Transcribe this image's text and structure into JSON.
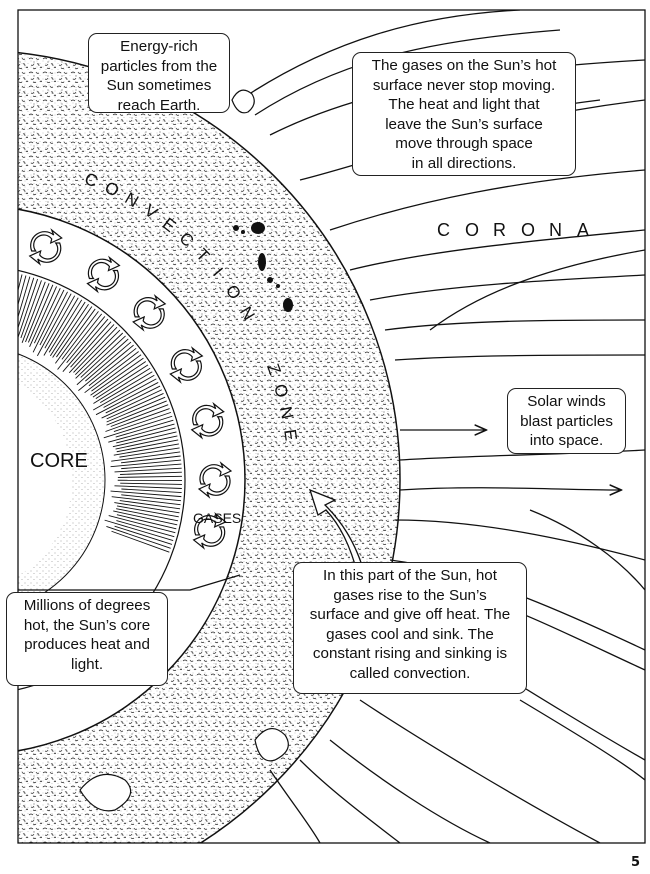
{
  "diagram": {
    "title": "Layers of the Sun",
    "regions": {
      "core": "CORE",
      "gases": "GASES",
      "convection_zone": "CONVECTION ZONE",
      "corona": "CORONA"
    },
    "convection_zone_letters": [
      "C",
      "O",
      "N",
      "V",
      "E",
      "C",
      "T",
      "I",
      "O",
      "N",
      "Z",
      "O",
      "N",
      "E"
    ],
    "corona_letters": [
      "C",
      "O",
      "R",
      "O",
      "N",
      "A"
    ]
  },
  "callouts": {
    "energy_particles": [
      "Energy-rich",
      "particles from the",
      "Sun sometimes",
      "reach Earth."
    ],
    "surface_gases": [
      "The gases on the Sun’s hot",
      "surface never stop moving.",
      "The heat and light that",
      "leave the Sun’s surface",
      "move through space",
      "in all directions."
    ],
    "solar_winds": [
      "Solar winds",
      "blast particles",
      "into space."
    ],
    "convection": [
      "In this part of the Sun, hot",
      "gases rise to the Sun’s",
      "surface and give off heat. The",
      "gases cool and sink. The",
      "constant rising and sinking is",
      "called convection."
    ],
    "core": [
      "Millions of degrees",
      "hot, the Sun’s core",
      "produces heat and",
      "light."
    ]
  },
  "page_number": "5",
  "colors": {
    "ink": "#111111",
    "paper": "#ffffff"
  }
}
